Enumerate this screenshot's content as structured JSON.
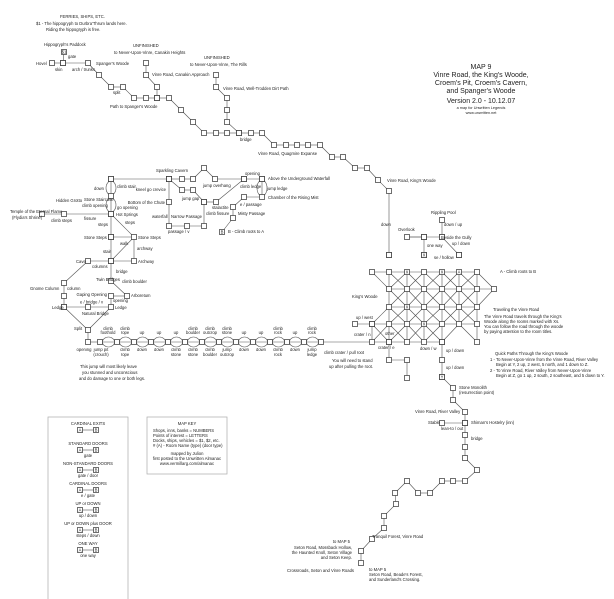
{
  "title": {
    "map_no": "MAP 9",
    "line1": "Vinre Road, the King's Woode,",
    "line2": "Croem's Pit, Croem's Cavern,",
    "line3": "and Spanger's Woode",
    "version": "Version 2.0 - 10.12.07",
    "sub1": "a map for Unwritten Legends",
    "sub2": "www.unwritten.net"
  },
  "labels": {
    "ferries_title": "FERRIES, SHIPS, ETC.",
    "ferries_1": "$1 - The hippogryph to Durbra'Thrum lands here.",
    "ferries_2": "Riding the hippogryph is free.",
    "paddock": "Hippogryph's Paddock",
    "gate": "gate",
    "hovel": "Hovel",
    "skin": "skin",
    "arch": "arch / trunks",
    "spangers": "Spanger's Woode",
    "split_top": "split",
    "path": "Path to Spanger's Woode",
    "unf1": "UNFINISHED",
    "unf1_to": "to Never-Upon-Vinre, Canakin Heights",
    "canakin": "Vinre Road, Canakin Approach",
    "unf2": "UNFINISHED",
    "unf2_to": "to Never-Upon-Vinre, The Rills",
    "welltrodden": "Vinre Road, Well-Trodden Dirt Path",
    "bridge_top": "bridge",
    "quagmire": "Vinre Road, Quagmire Expanse",
    "kings_road": "Vinre Road, King's Woode",
    "sparkling": "Sparkling Cavern",
    "above_waterfall": "Above the Underground Waterfall",
    "opening_top": "opening",
    "climb_ledge": "climb ledge",
    "jump_ledge": "jump ledge",
    "rising_mist": "Chamber of the Rising Mist",
    "ew_passage": "e / passage",
    "misty": "Misty Passage",
    "b_note": "B - Climb roots to A",
    "kneel": "kneel go crevice",
    "chute": "Bottom of the Chute",
    "jump_overhang": "jump overhang",
    "jump_gap": "jump gap",
    "stalactite": "stalactite",
    "waterfall": "waterfall",
    "narrow": "Narrow Passage",
    "climb_fissure": "climb fissure",
    "passage_nv": "passage / v",
    "down": "down",
    "climb_stair": "climb stair",
    "staircase": "Stone Staircase",
    "climb_opening": "climb opening",
    "go_opening": "go opening",
    "hidden_grotto": "Hidden Grotto",
    "temple": "Temple of the Eternal Flame",
    "temple_sub": "(Flydia's Shrine)",
    "climb_steps": "climb steps",
    "fissure": "fissure",
    "hot_springs": "Hot Springs",
    "steps_l": "steps",
    "steps_r": "steps",
    "stone_steps_l": "Stone Steps",
    "stone_steps_r": "Stone Steps",
    "walk": "walk",
    "stair": "stair",
    "archway_lbl": "archway",
    "archway": "Archway",
    "cave": "Cave",
    "columns": "columns",
    "bridge_mid": "bridge",
    "twin": "Twin Bridges",
    "climb_boulder": "climb boulder",
    "gnome": "Gnome Column",
    "column": "column",
    "gaping": "Gaping Opening",
    "arboretum": "Arboretum",
    "ew_bridge": "e / bridge / v",
    "opening_mid": "opening",
    "ledge_l": "Ledge",
    "ledge_r": "Ledge",
    "natural": "Natural Bridge",
    "split": "Split",
    "opening_bot": "opening",
    "jump_pit": "jump pit (crouch)",
    "jump_warning_1": "This jump will most likely leave",
    "jump_warning_2": "you stunned and unconscious",
    "jump_warning_3": "and do damage to one or both legs.",
    "crater_pull": "climb crater / pull root",
    "stand_1": "You will need to stand",
    "stand_2": "up after pulling the root.",
    "kings_woode": "King's Woode",
    "up_west": "up / west",
    "crater_n": "crater / n",
    "crater_e": "crater / e",
    "other": "other",
    "rippling": "Rippling Pool",
    "overlook": "Overlook",
    "beside_gully": "Beside the Gully",
    "down_up": "down / up",
    "up_down_1": "up / down",
    "one_way": "one way",
    "se_hollow": "se / hollow",
    "down_kw": "down",
    "a_note": "A - Climb roots to B",
    "traveling_title": "Traveling the Vinre Road",
    "traveling_1": "The Vinre Road travels through the King's",
    "traveling_2": "Woode along the rooms marked with Xs.",
    "traveling_3": "You can follow the road through the woode",
    "traveling_4": "by paying attention to the room titles.",
    "quick_title": "Quick Paths Through the King's Woode",
    "quick_1": "1 - To Never-Upon-Vinre from the Vinre Road, River Valley",
    "quick_1b": "Begin at Y, 2 up, 2 west, 5 north, and 1 down to Z.",
    "quick_2": "2 - To Vinre Road, River Valley from Never-Upon-Vinre",
    "quick_2b": "Begin at Z, go 1 up, 2 south, 2 southeast, and 5 down to Y.",
    "down_w": "down / w",
    "up_down_2": "up / down",
    "up_down_3": "up / down",
    "monolith": "Stone Monolith",
    "monolith_sub": "(resurrection point)",
    "river_valley": "Vinre Road, River Valley",
    "stable": "Stable",
    "lean": "lean-to / out",
    "hostelry": "Shiman's Hostelry (inn)",
    "bridge_bot": "bridge",
    "tranquil": "Tranquil Forest, Vinre Road",
    "map5a": "to MAP 5",
    "map5a_1": "Seton Road, Mossback Hollow,",
    "map5a_2": "the Haunted Knoll, Seton Village",
    "map5a_3": "and Seton Keep.",
    "crossroads": "Crossroads, Seton and Vinre Roads",
    "map5b": "to MAP 5",
    "map5b_1": "Seton Road, Beade's Forest,",
    "map5b_2": "and Sunderland's Crossing."
  },
  "chain_labels": {
    "top": [
      "climb foothold",
      "climb rope",
      "up",
      "up",
      "up",
      "climb boulder",
      "climb outcrop",
      "climb stone",
      "up",
      "up",
      "climb rock",
      "up",
      "climb rock"
    ],
    "bottom": [
      "climb rope",
      "down",
      "down",
      "climb stone",
      "climb stone",
      "climb boulder",
      "jump outcrop",
      "down",
      "down",
      "climb rock",
      "down",
      "jump ledge"
    ]
  },
  "legend": {
    "exits": [
      {
        "title": "CARDINAL EXITS",
        "caption": ""
      },
      {
        "title": "STANDARD DOORS",
        "caption": "gate"
      },
      {
        "title": "NON-STANDARD DOORS",
        "caption": "gate / door"
      },
      {
        "title": "CARDINAL DOORS",
        "caption": "e / gate"
      },
      {
        "title": "UP or DOWN",
        "caption": "up / down"
      },
      {
        "title": "UP or DOWN plus DOOR",
        "caption": "steps / down"
      },
      {
        "title": "ONE WAY",
        "caption": "one way"
      }
    ],
    "node_a": "A",
    "node_b": "B"
  },
  "key": {
    "title": "MAP KEY",
    "lines": [
      "Shops, inns, banks = NUMBERS",
      "Points of interest = LETTERS",
      "Docks, ships, vehicles = $1, $2, etc.",
      "# (A) - Room Name (type) (door type)"
    ],
    "credit": [
      "mapped by Julion",
      "first posted to the Unwritten Almanac",
      "www.vermillarg.com/almanac"
    ]
  },
  "markers": {
    "paddock_box": "$1",
    "b_box": "B",
    "a_box": "A",
    "x": "X",
    "y": "Y",
    "z": "Z"
  }
}
